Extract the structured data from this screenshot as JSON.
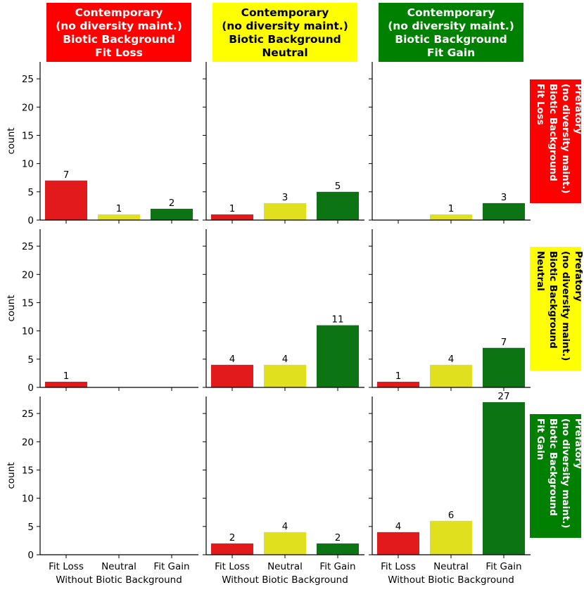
{
  "chart_data": {
    "type": "bar",
    "layout": "facet-grid",
    "categories": [
      "Fit Loss",
      "Neutral",
      "Fit Gain"
    ],
    "xlabel": "Without Biotic Background",
    "ylabel": "count",
    "ylim": [
      0,
      28
    ],
    "yticks": [
      0,
      5,
      10,
      15,
      20,
      25
    ],
    "colors": {
      "Fit Loss": "#e31a1c",
      "Neutral": "#e0e01f",
      "Fit Gain": "#0c7412"
    },
    "columns": [
      {
        "label": [
          "Contemporary",
          "(no diversity maint.)",
          "Biotic Background",
          "Fit Loss"
        ],
        "bg": "#ff0000",
        "fg": "#ffffff"
      },
      {
        "label": [
          "Contemporary",
          "(no diversity maint.)",
          "Biotic Background",
          "Neutral"
        ],
        "bg": "#ffff00",
        "fg": "#000000"
      },
      {
        "label": [
          "Contemporary",
          "(no diversity maint.)",
          "Biotic Background",
          "Fit Gain"
        ],
        "bg": "#008000",
        "fg": "#ffffff"
      }
    ],
    "rows": [
      {
        "label": [
          "Prefatory",
          "(no diversity maint.)",
          "Biotic Background",
          "Fit Loss"
        ],
        "bg": "#ff0000",
        "fg": "#ffffff"
      },
      {
        "label": [
          "Prefatory",
          "(no diversity maint.)",
          "Biotic Background",
          "Neutral"
        ],
        "bg": "#ffff00",
        "fg": "#000000"
      },
      {
        "label": [
          "Prefatory",
          "(no diversity maint.)",
          "Biotic Background",
          "Fit Gain"
        ],
        "bg": "#008000",
        "fg": "#ffffff"
      }
    ],
    "panels": [
      [
        [
          7,
          1,
          2
        ],
        [
          1,
          3,
          5
        ],
        [
          null,
          1,
          3
        ]
      ],
      [
        [
          1,
          null,
          null
        ],
        [
          4,
          4,
          11
        ],
        [
          1,
          4,
          7
        ]
      ],
      [
        [
          null,
          null,
          null
        ],
        [
          2,
          4,
          2
        ],
        [
          4,
          6,
          27
        ]
      ]
    ]
  }
}
